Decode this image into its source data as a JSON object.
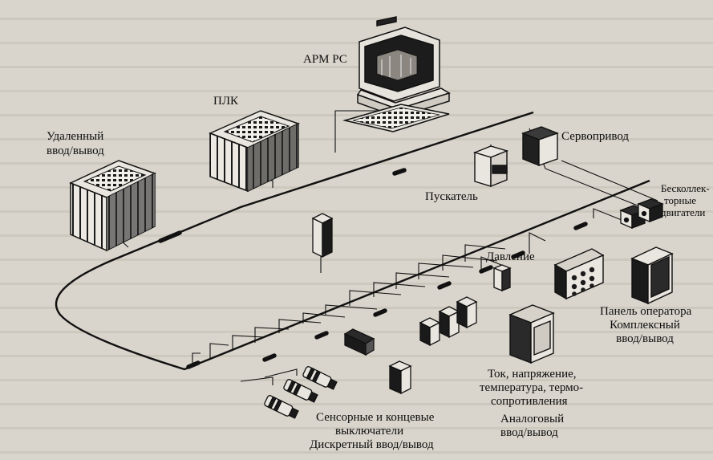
{
  "labels": {
    "arm": "АРМ РС",
    "plc": "ПЛК",
    "remote_io_1": "Удаленный",
    "remote_io_2": "ввод/вывод",
    "servo": "Сервопривод",
    "starter": "Пускатель",
    "motors_1": "Бесколлек-",
    "motors_2": "торные",
    "motors_3": "двигатели",
    "pressure": "Давление",
    "operator_1": "Панель оператора",
    "operator_2": "Комплексный",
    "operator_3": "ввод/вывод",
    "analog_1": "Ток, напряжение,",
    "analog_2": "температура, термо-",
    "analog_3": "сопротивления",
    "analog_4": "Аналоговый",
    "analog_5": "ввод/вывод",
    "sensors_1": "Сенсорные и концевые",
    "sensors_2": "выключатели",
    "discrete": "Дискретный ввод/вывод"
  }
}
